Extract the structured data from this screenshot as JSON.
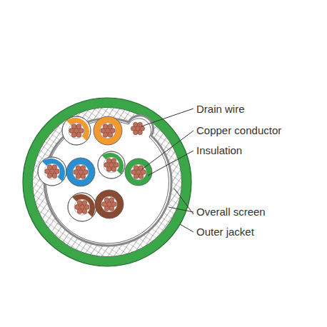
{
  "diagram": {
    "labels": [
      "Drain wire",
      "Copper conductor",
      "Insulation",
      "Overall screen",
      "Outer jacket"
    ]
  }
}
